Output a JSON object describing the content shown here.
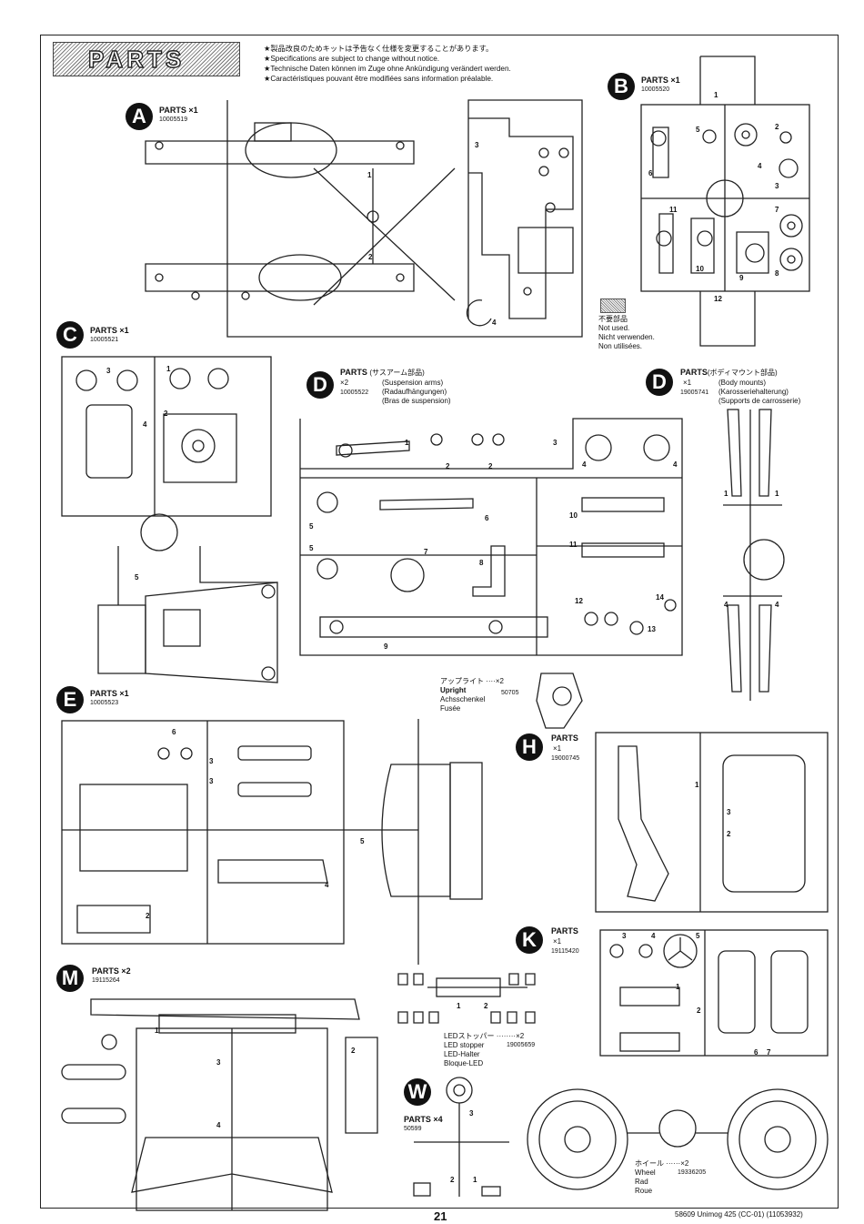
{
  "header": {
    "banner": "PARTS",
    "notices": [
      "★製品改良のためキットは予告なく仕様を変更することがあります。",
      "★Specifications are subject to change without notice.",
      "★Technische Daten können im Zuge ohne Ankündigung verändert werden.",
      "★Caractéristiques pouvant être modifiées sans information préalable."
    ]
  },
  "not_used": {
    "ja": "不要部品",
    "en": "Not used.",
    "de": "Nicht verwenden.",
    "fr": "Non utilisées."
  },
  "sprues": {
    "A": {
      "letter": "A",
      "label": "PARTS ×1",
      "code": "10005519",
      "numbers": [
        "1",
        "2",
        "3",
        "4"
      ]
    },
    "B": {
      "letter": "B",
      "label": "PARTS ×1",
      "code": "10005520",
      "numbers": [
        "1",
        "2",
        "3",
        "4",
        "5",
        "6",
        "7",
        "8",
        "9",
        "10",
        "11",
        "12"
      ]
    },
    "C": {
      "letter": "C",
      "label": "PARTS ×1",
      "code": "10005521",
      "numbers": [
        "1",
        "2",
        "3",
        "4",
        "5"
      ]
    },
    "D1": {
      "letter": "D",
      "label": "PARTS",
      "label_ja": "(サスアーム部品)",
      "qty": "×2",
      "code": "10005522",
      "desc": [
        "(Suspension arms)",
        "(Radaufhängungen)",
        "(Bras de suspension)"
      ],
      "numbers": [
        "1",
        "2",
        "2",
        "3",
        "4",
        "4",
        "5",
        "5",
        "6",
        "7",
        "8",
        "9",
        "10",
        "11",
        "12",
        "13",
        "14"
      ]
    },
    "D2": {
      "letter": "D",
      "label": "PARTS",
      "label_ja": "(ボディマウント部品)",
      "qty": "×1",
      "code": "19005741",
      "desc": [
        "(Body mounts)",
        "(Karosseriehalterung)",
        "(Supports de carrosserie)"
      ],
      "numbers": [
        "1",
        "1",
        "4",
        "4"
      ]
    },
    "E": {
      "letter": "E",
      "label": "PARTS ×1",
      "code": "10005523",
      "numbers": [
        "2",
        "3",
        "3",
        "4",
        "5",
        "6"
      ]
    },
    "H": {
      "letter": "H",
      "label": "PARTS",
      "qty": "×1",
      "code": "19000745",
      "numbers": [
        "1",
        "2",
        "3"
      ]
    },
    "K": {
      "letter": "K",
      "label": "PARTS",
      "qty": "×1",
      "code": "19115420",
      "numbers": [
        "1",
        "2",
        "3",
        "4",
        "5",
        "6",
        "7"
      ]
    },
    "M": {
      "letter": "M",
      "label": "PARTS ×2",
      "code": "19115264",
      "numbers": [
        "1",
        "2",
        "3",
        "4"
      ]
    },
    "W": {
      "letter": "W",
      "label": "PARTS ×4",
      "code": "50599",
      "numbers": [
        "1",
        "2",
        "3"
      ]
    }
  },
  "callouts": {
    "upright": {
      "ja": "アップライト ····×2",
      "code": "50705",
      "en": "Upright",
      "de": "Achsschenkel",
      "fr": "Fusée"
    },
    "led": {
      "ja": "LEDストッパー ········×2",
      "en": "LED stopper",
      "code": "19005659",
      "de": "LED-Halter",
      "fr": "Bloque-LED",
      "numbers": [
        "1",
        "2"
      ]
    },
    "wheel": {
      "ja": "ホイール ······×2",
      "en": "Wheel",
      "code": "19336205",
      "de": "Rad",
      "fr": "Roue"
    }
  },
  "footer": {
    "page_number": "21",
    "right": "58609 Unimog 425 (CC-01) (11053932)"
  }
}
